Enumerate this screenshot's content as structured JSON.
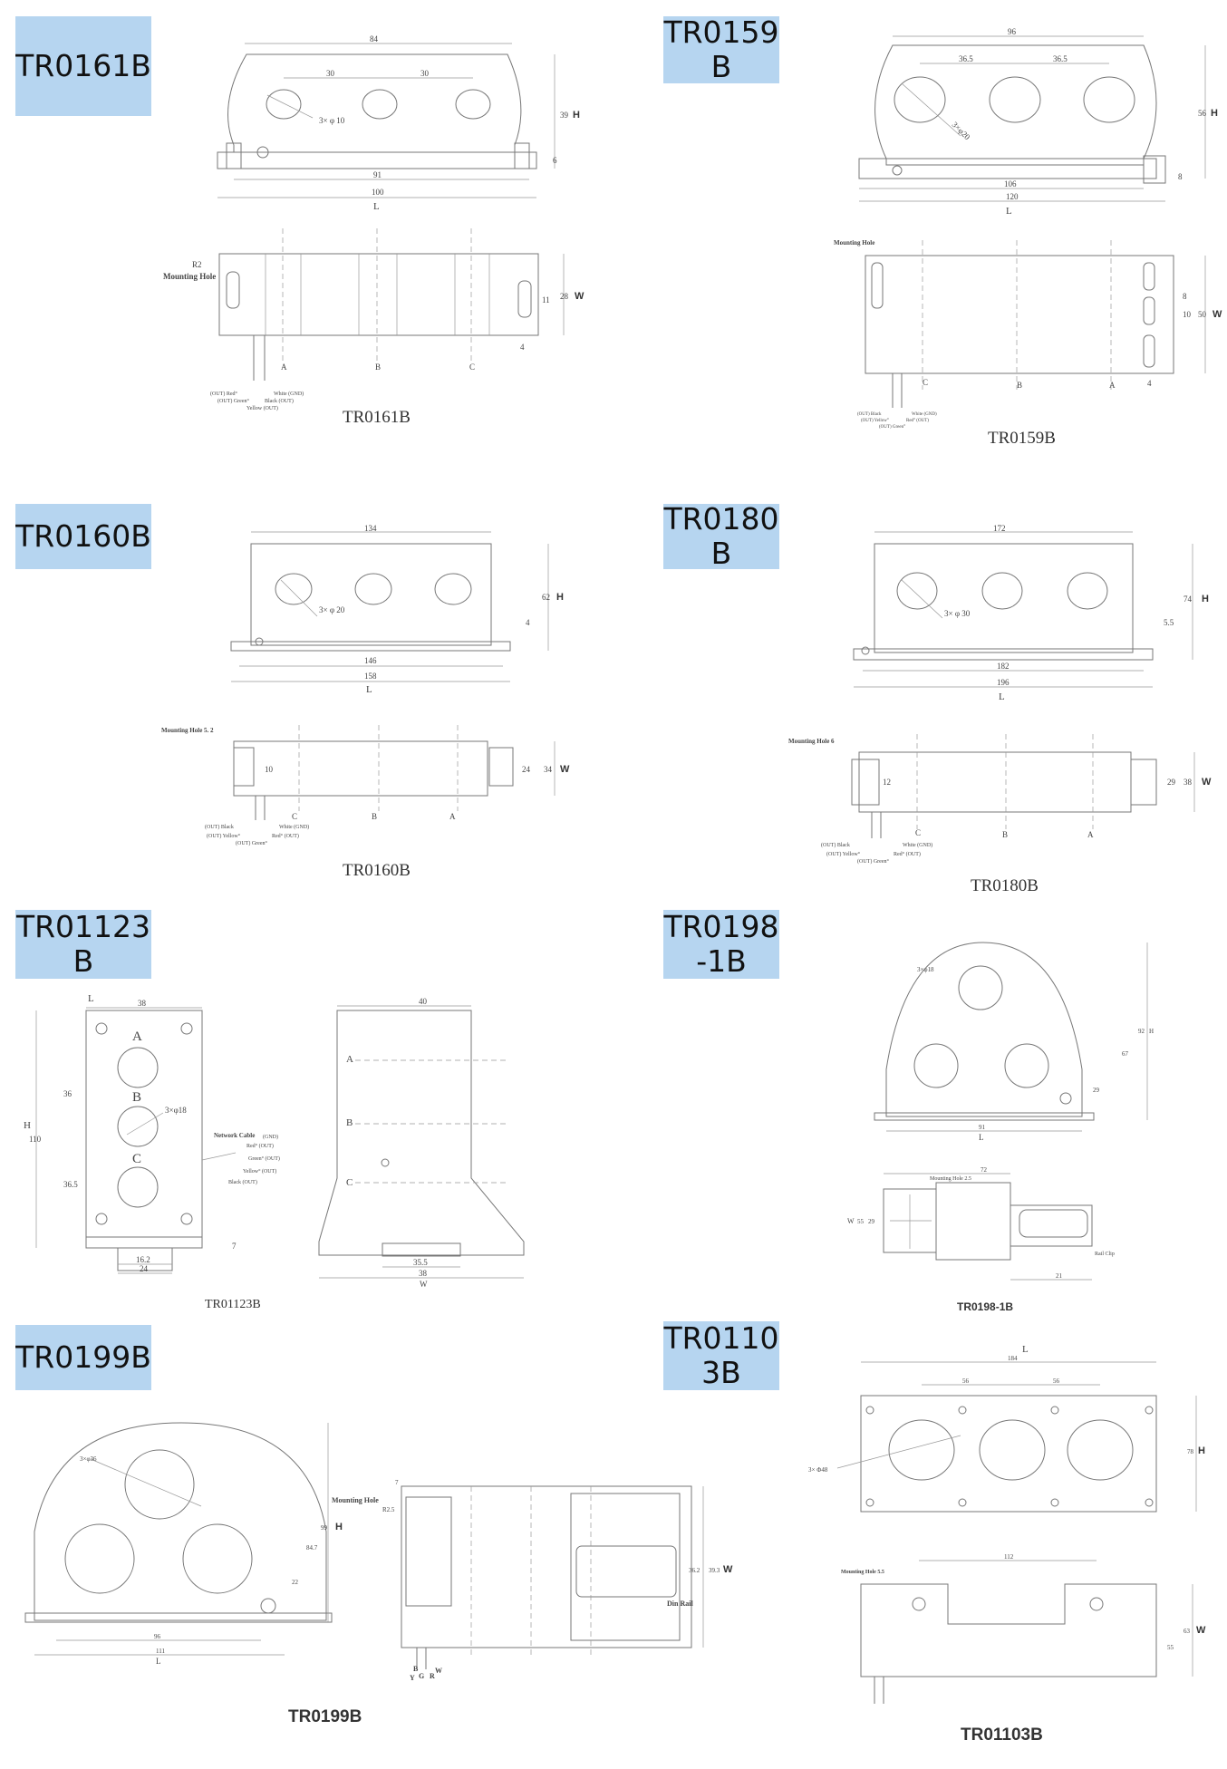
{
  "sections": [
    {
      "label": "TR0161B",
      "caption": "TR0161B"
    },
    {
      "label": "TR0159\nB",
      "caption": "TR0159B"
    },
    {
      "label": "TR0160B",
      "caption": "TR0160B"
    },
    {
      "label": "TR0180\nB",
      "caption": "TR0180B"
    },
    {
      "label": "TR01123\nB",
      "caption": "TR01123B"
    },
    {
      "label": "TR0198\n-1B",
      "caption": "TR0198-1B"
    },
    {
      "label": "TR0199B",
      "caption": "TR0199B"
    },
    {
      "label": "TR0110\n3B",
      "caption": "TR01103B"
    }
  ],
  "dims": {
    "tr0161b": {
      "d84": "84",
      "d30a": "30",
      "d30b": "30",
      "holes": "3× φ 10",
      "d39": "39",
      "h": "H",
      "d6": "6",
      "d91": "91",
      "d100": "100",
      "l": "L",
      "r2": "R2",
      "mh": "Mounting Hole",
      "d28": "28",
      "w": "W",
      "d11": "11",
      "d4": "4",
      "a": "A",
      "b": "B",
      "c": "C",
      "w1": "(OUT) Red°",
      "w2": "(OUT) Green°",
      "w3": "Yellow (OUT)",
      "w4": "White (GND)",
      "w5": "Black (OUT)"
    },
    "tr0159b": {
      "d96": "96",
      "d365a": "36.5",
      "d365b": "36.5",
      "holes": "3×φ20",
      "d56": "56",
      "h": "H",
      "d8": "8",
      "d106": "106",
      "d120": "120",
      "l": "L",
      "mh": "Mounting Hole",
      "d8b": "8",
      "d10": "10",
      "d50": "50",
      "w": "W",
      "d4": "4",
      "c": "C",
      "b": "B",
      "a": "A",
      "w1": "(OUT) Black",
      "w2": "(OUT) Yellow°",
      "w3": "(OUT) Green°",
      "w4": "White (GND)",
      "w5": "Red° (OUT)"
    },
    "tr0160b": {
      "d134": "134",
      "holes": "3× φ 20",
      "d62": "62",
      "h": "H",
      "d4": "4",
      "d146": "146",
      "d158": "158",
      "l": "L",
      "mh": "Mounting Hole 5. 2",
      "d10": "10",
      "d24": "24",
      "d34": "34",
      "w": "W",
      "c": "C",
      "b": "B",
      "a": "A",
      "w1": "(OUT) Black",
      "w2": "(OUT) Yellow°",
      "w3": "(OUT) Green°",
      "w4": "White (GND)",
      "w5": "Red° (OUT)"
    },
    "tr0180b": {
      "d172": "172",
      "holes": "3× φ 30",
      "d74": "74",
      "h": "H",
      "d55": "5.5",
      "d182": "182",
      "d196": "196",
      "l": "L",
      "mh": "Mounting Hole 6",
      "d12": "12",
      "d29": "29",
      "d38": "38",
      "w": "W",
      "c": "C",
      "b": "B",
      "a": "A",
      "w1": "(OUT) Black",
      "w2": "(OUT) Yellow°",
      "w3": "(OUT) Green°",
      "w4": "White (GND)",
      "w5": "Red° (OUT)"
    },
    "tr01123b": {
      "l": "L",
      "d38": "38",
      "a": "A",
      "b": "B",
      "c": "C",
      "holes": "3×φ18",
      "h": "H",
      "d110": "110",
      "d36": "36",
      "d365": "36.5",
      "nc": "Network Cable",
      "w1": "Red° (OUT)",
      "w2": "Green° (OUT)",
      "w3": "Yellow° (OUT)",
      "w4": "Black (OUT)",
      "gnd": "(GND)",
      "d162": "16.2",
      "d24": "24",
      "d7": "7",
      "d40": "40",
      "d355": "35.5",
      "w": "W",
      "a2": "A",
      "b2": "B",
      "c2": "C"
    },
    "tr0198": {
      "holes": "3×φ18",
      "d92": "92",
      "h": "H",
      "d67": "67",
      "d29": "29",
      "d91": "91",
      "l": "L",
      "d72": "72",
      "mh": "Mounting Hole 2.5",
      "w": "W",
      "d55": "55",
      "d29b": "29",
      "rail": "Rail Clip",
      "d21": "21"
    },
    "tr0199": {
      "holes": "3×φ36",
      "mh": "Mounting Hole",
      "d62": "R2.5",
      "d7": "7",
      "h": "H",
      "d99": "99",
      "d847": "84.7",
      "d22": "22",
      "d96": "96",
      "d111": "111",
      "l": "L",
      "din": "Din Rail",
      "d362": "36.2",
      "d393": "39.3",
      "w": "W",
      "y": "Y",
      "g": "G",
      "r": "R",
      "b": "B",
      "w2": "W"
    },
    "tr01103": {
      "l": "L",
      "d184": "184",
      "d56a": "56",
      "d56b": "56",
      "holes": "3× Φ48",
      "d78": "78",
      "h": "H",
      "mh": "Mounting Hole 5.5",
      "d112": "112",
      "d63": "63",
      "d55": "55",
      "w": "W"
    }
  }
}
